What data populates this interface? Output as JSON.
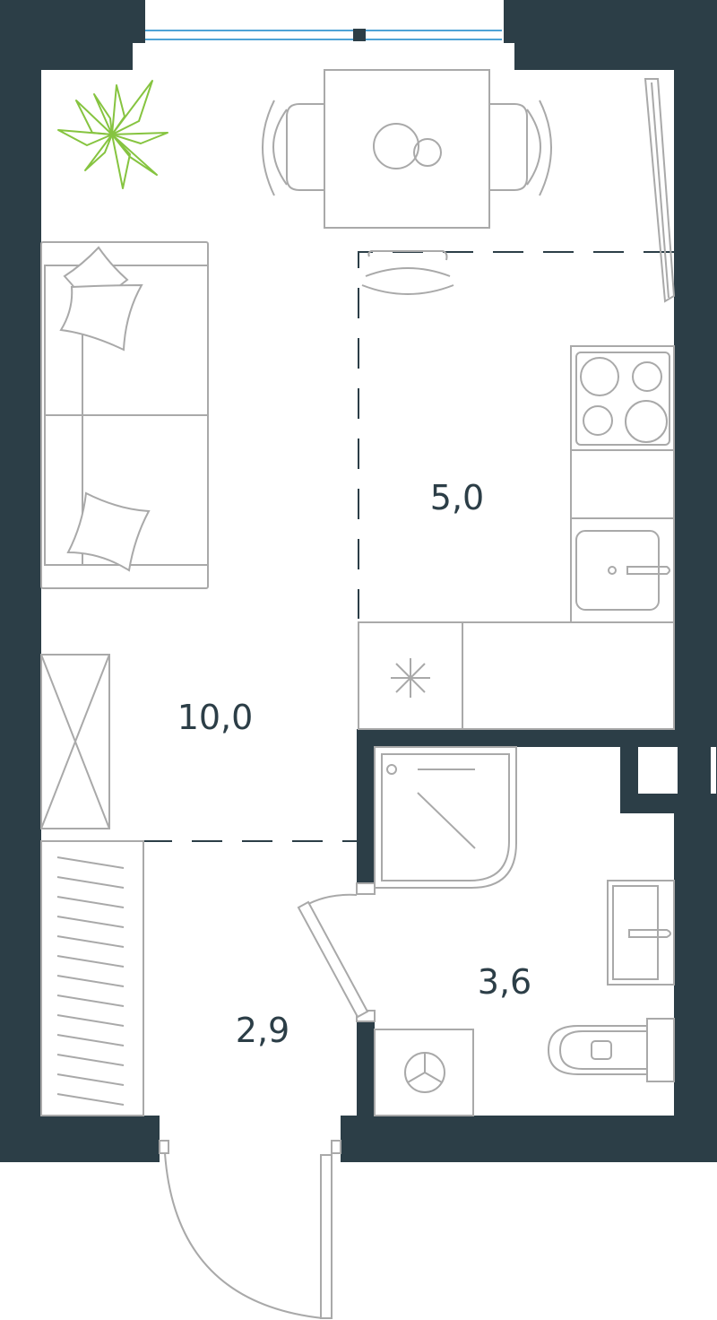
{
  "rooms": [
    {
      "id": "living",
      "area": "10,0"
    },
    {
      "id": "kitchen",
      "area": "5,0"
    },
    {
      "id": "bathroom",
      "area": "3,6"
    },
    {
      "id": "hall",
      "area": "2,9"
    }
  ],
  "colors": {
    "wall": "#2c3e47",
    "furniture": "#a9a9a9",
    "plant": "#86c440",
    "window_glass": "#4ea3d6"
  }
}
